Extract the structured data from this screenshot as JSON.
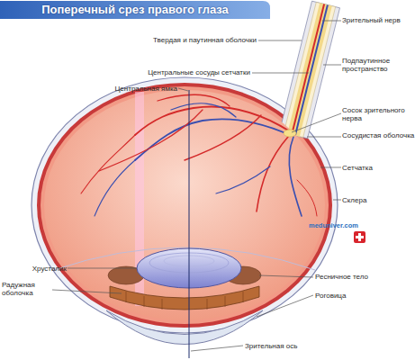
{
  "diagram": {
    "title": "Поперечный срез правого глаза",
    "labels": [
      "Зрительный нерв",
      "Твердая и паутинная оболочки",
      "Подпаутинное пространство",
      "Центральные сосуды сетчатки",
      "Центральная ямка",
      "Сосок зрительного нерва",
      "Сосудистая оболочка",
      "Сетчатка",
      "Склера",
      "meduniver.com",
      "Хрусталик",
      "Ресничное тело",
      "Радужная оболочка",
      "Роговица",
      "Зрительная ось"
    ]
  }
}
